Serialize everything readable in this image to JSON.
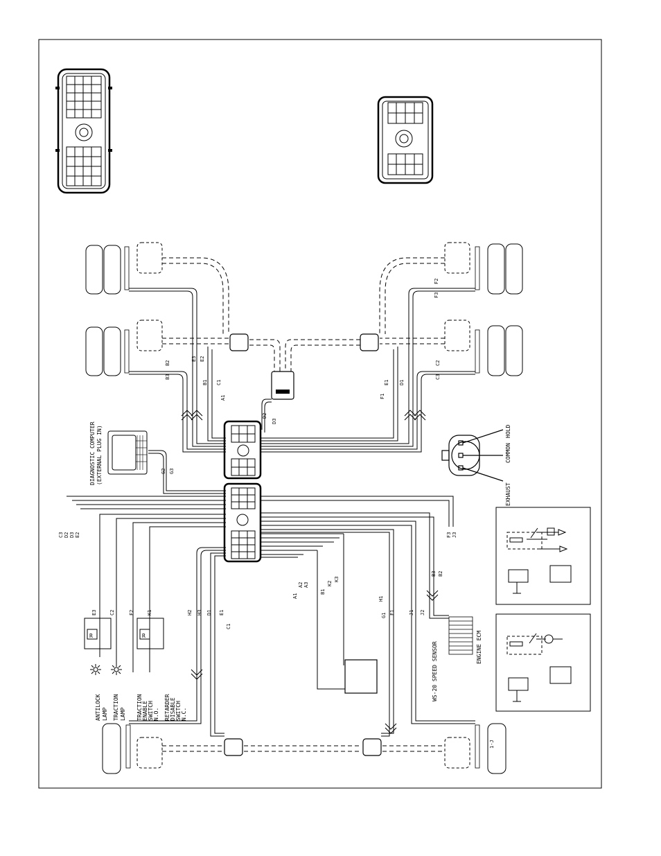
{
  "labels": {
    "diagnostic_computer": "DIAGNOSTIC COMPUTER",
    "external_plug_in": "(EXTERNAL PLUG IN)",
    "engine_ecm": "ENGINE ECM",
    "speed_sensor": "WS-20 SPEED SENSOR",
    "antilock_lamp_1": "ANTILOCK",
    "antilock_lamp_2": "LAMP",
    "traction_lamp_1": "TRACTION",
    "traction_lamp_2": "LAMP",
    "traction_switch_1": "TRACTION",
    "traction_switch_2": "ENABLE",
    "traction_switch_3": "SWITCH",
    "traction_switch_4": "N.O.",
    "retarder_switch_1": "RETARDER",
    "retarder_switch_2": "DISABLE",
    "retarder_switch_3": "SWITCH",
    "retarder_switch_4": "N.C.",
    "hold": "HOLD",
    "common": "COMMON",
    "exhaust": "EXHAUST",
    "relay_r": "R"
  },
  "wire_labels": {
    "left_top": [
      "E3",
      "E2"
    ],
    "b_group": [
      "B1",
      "C1",
      "A1"
    ],
    "b2": "B2",
    "b3": "B3",
    "f_group": [
      "F1",
      "E1",
      "D1"
    ],
    "f1": "F1",
    "c2": "C2",
    "c3": "C3",
    "f2": "F2",
    "f3": "F3",
    "d2": "D2",
    "d3": "D3",
    "g2": "G2",
    "g3": "G3",
    "left_edge": [
      "C3",
      "D2",
      "D3",
      "E2"
    ],
    "right_edge": [
      "F3",
      "J3"
    ],
    "left_mid": [
      "E3",
      "C2",
      "F2",
      "K1"
    ],
    "lower_mid": [
      "H2",
      "H3",
      "D1",
      "E1",
      "C1"
    ],
    "center_a": [
      "A1",
      "A2",
      "A3"
    ],
    "center_b": [
      "B1",
      "K2",
      "K3"
    ],
    "center_g": [
      "H1",
      "G1",
      "F1",
      "J1",
      "J2"
    ],
    "ecm_b": [
      "B3",
      "B2"
    ],
    "small_right": "1-J"
  }
}
